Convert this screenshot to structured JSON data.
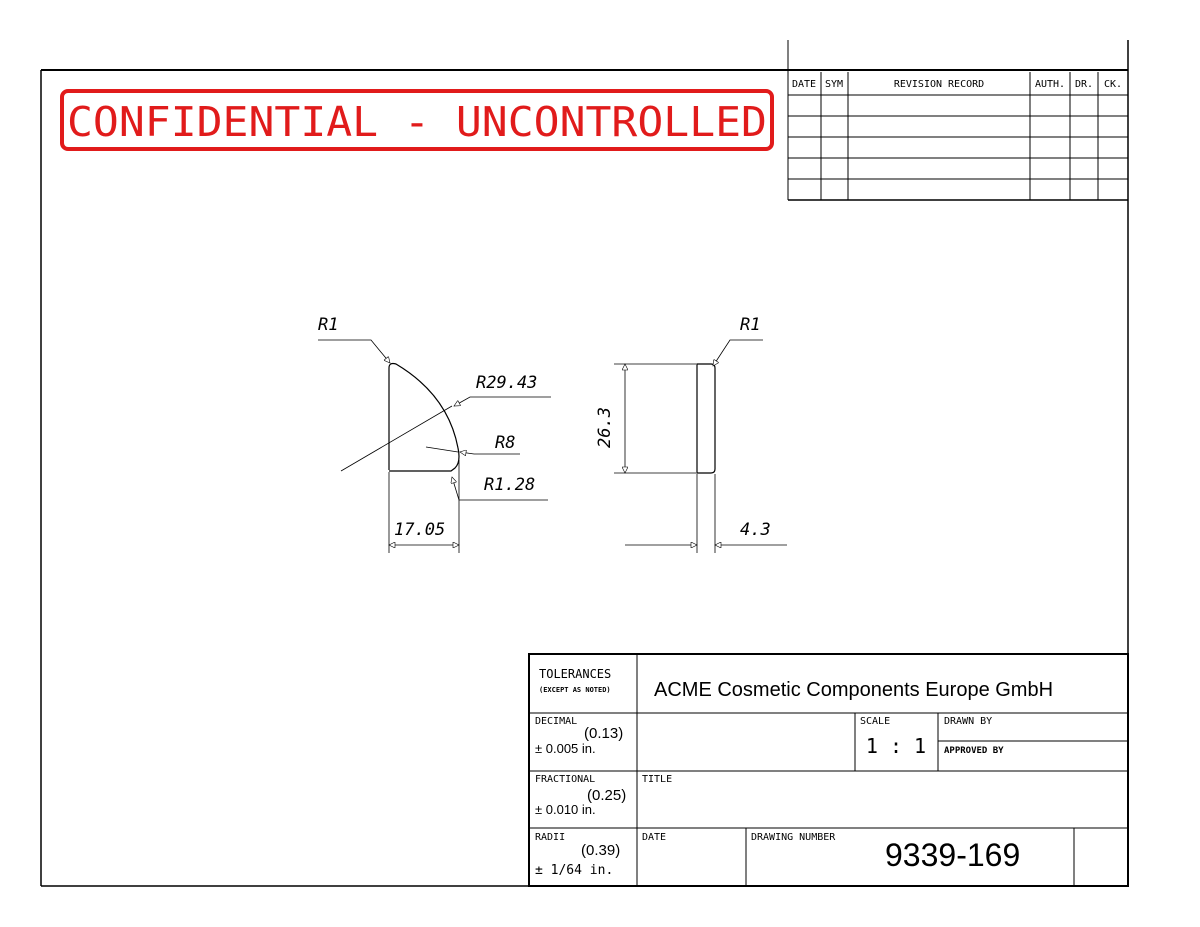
{
  "stamp": {
    "text": "CONFIDENTIAL - UNCONTROLLED",
    "color": "#e11b1b"
  },
  "revision_block": {
    "headers": [
      "DATE",
      "SYM",
      "REVISION RECORD",
      "AUTH.",
      "DR.",
      "CK."
    ],
    "rows": 5
  },
  "drawing": {
    "view1": {
      "r_top": "R1",
      "r_arc": "R29.43",
      "r_inner": "R8",
      "r_corner": "R1.28",
      "width": "17.05"
    },
    "view2": {
      "r_top": "R1",
      "height": "26.3",
      "thickness": "4.3"
    }
  },
  "title_block": {
    "tolerances_label": "TOLERANCES",
    "except_label": "(EXCEPT AS NOTED)",
    "company": "ACME Cosmetic Components Europe GmbH",
    "decimal_label": "DECIMAL",
    "decimal_mm": "(0.13)",
    "decimal_tol": "± 0.005  in.",
    "fractional_label": "FRACTIONAL",
    "fractional_mm": "(0.25)",
    "fractional_tol": "±  0.010  in.",
    "radii_label": "RADII",
    "radii_mm": "(0.39)",
    "radii_tol": "±  1/64  in.",
    "scale_label": "SCALE",
    "scale_value": "1 : 1",
    "drawn_by_label": "DRAWN BY",
    "approved_by_label": "APPROVED BY",
    "title_label": "TITLE",
    "date_label": "DATE",
    "drawing_number_label": "DRAWING NUMBER",
    "drawing_number": "9339-169"
  }
}
